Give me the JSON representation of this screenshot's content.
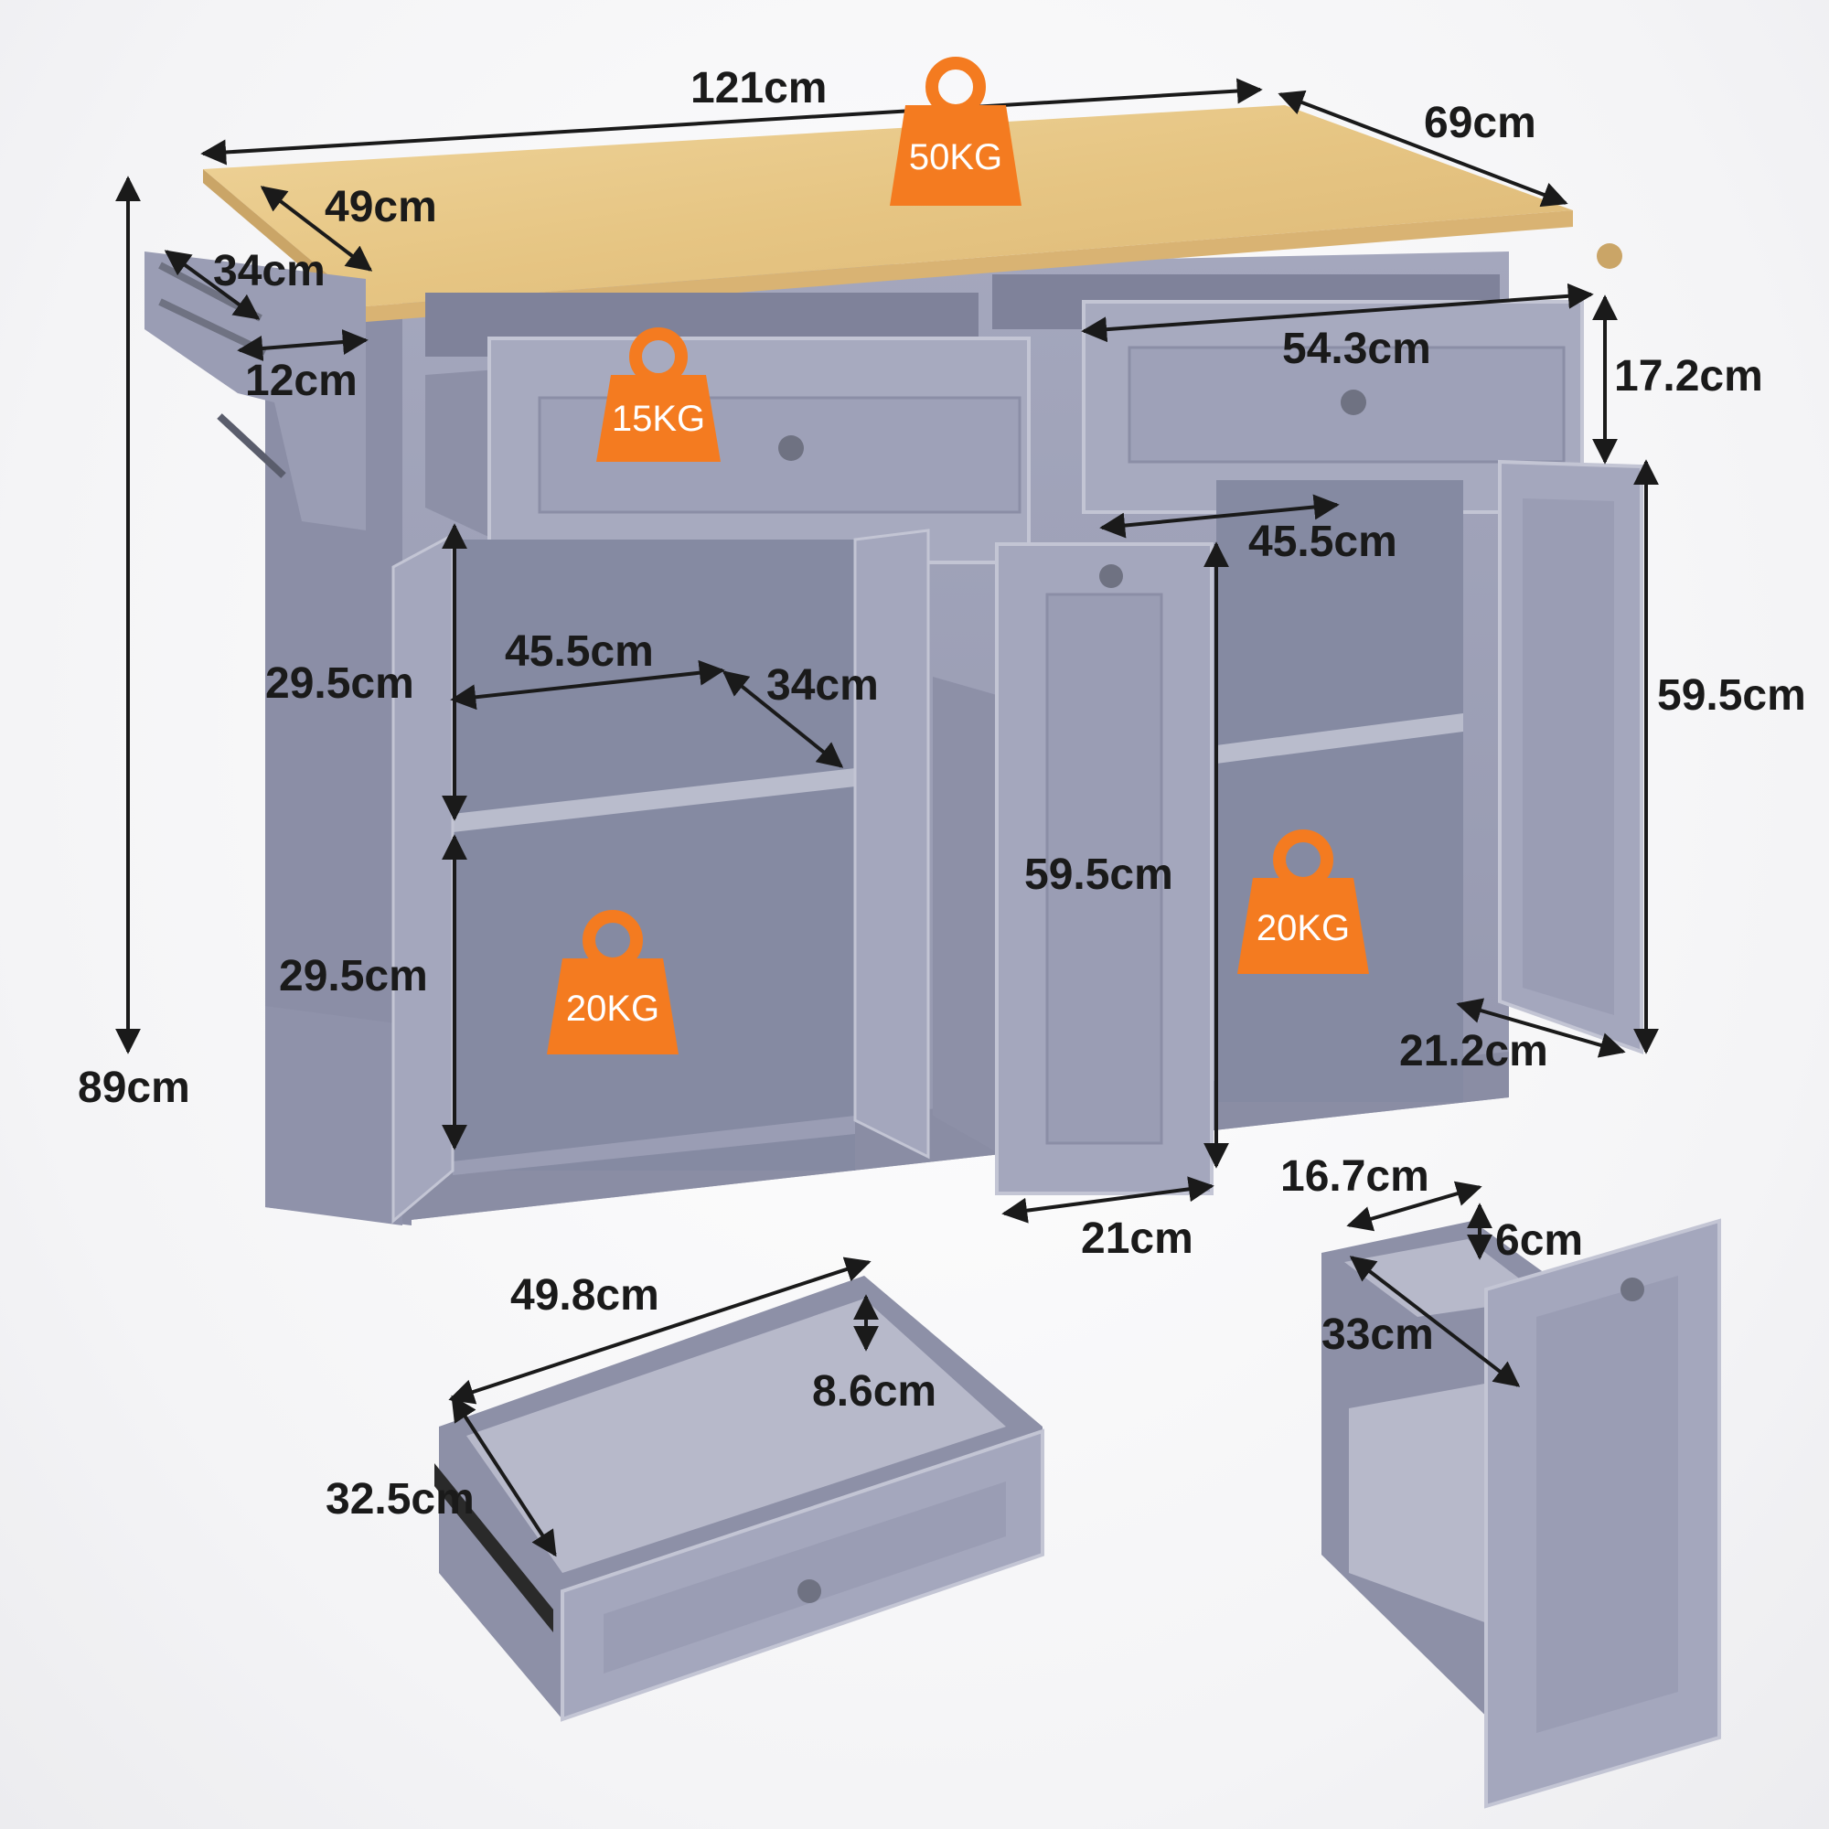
{
  "colors": {
    "cabinet": "#9ea1b8",
    "cabinet_dark": "#7f829a",
    "cabinet_inner": "#858aa2",
    "cabinet_edge": "#c3c5d4",
    "countertop": "#e8c98a",
    "countertop_edge": "#caa567",
    "weight_badge": "#f47b20",
    "dimension_line": "#1a1a1a",
    "handle": "#6f7282"
  },
  "dimensions": {
    "top_width": "121cm",
    "top_depth": "69cm",
    "overall_height": "89cm",
    "spice_rack_depth": "49cm",
    "spice_rack_width": "34cm",
    "spice_rack_gap": "12cm",
    "drawer_front_width": "54.3cm",
    "drawer_height": "17.2cm",
    "cabinet_inner_width": "45.5cm",
    "left_shelf_width": "45.5cm",
    "left_shelf_depth": "34cm",
    "left_upper_height": "29.5cm",
    "left_lower_height": "29.5cm",
    "pullout_height": "59.5cm",
    "pullout_width": "21cm",
    "right_door_height": "59.5cm",
    "right_door_width": "21.2cm",
    "drawer_detail_width": "49.8cm",
    "drawer_detail_height": "8.6cm",
    "drawer_detail_depth": "32.5cm",
    "pullout_detail_width": "16.7cm",
    "pullout_detail_height": "6cm",
    "pullout_detail_depth": "33cm"
  },
  "weight_badges": {
    "top": "50KG",
    "drawer": "15KG",
    "left_cabinet": "20KG",
    "right_cabinet": "20KG"
  }
}
